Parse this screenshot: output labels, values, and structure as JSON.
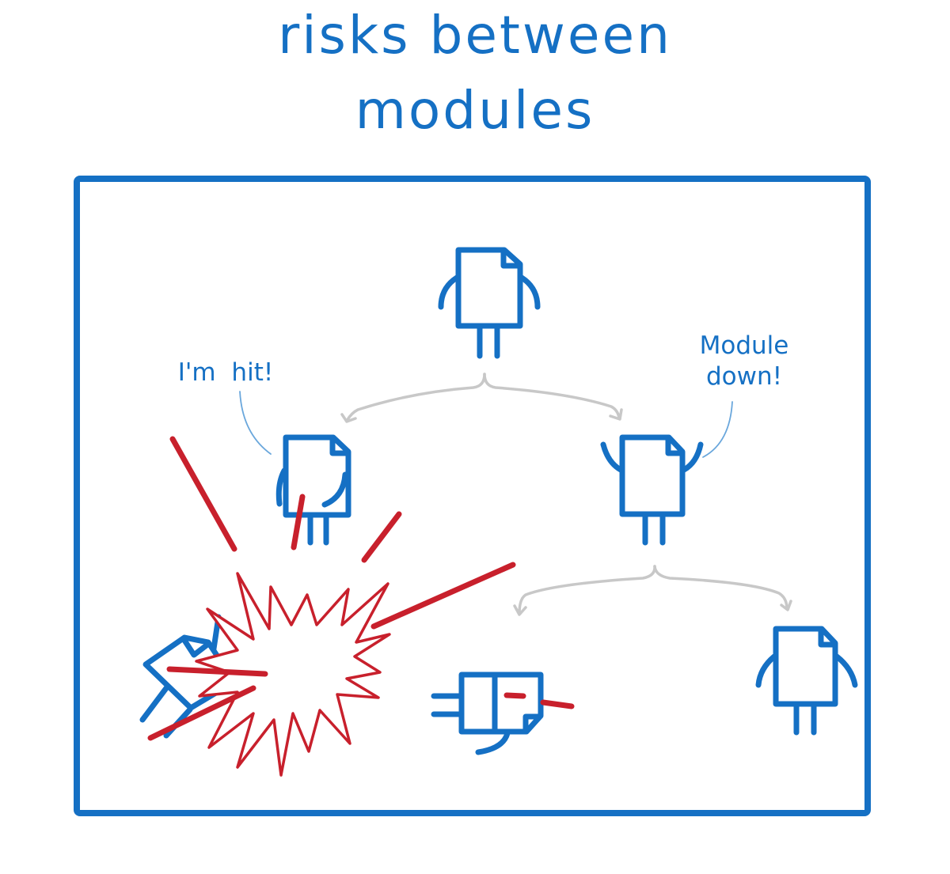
{
  "title": {
    "line1": "risks between",
    "line2": "modules"
  },
  "captions": {
    "hit": "I'm hit!",
    "down_line1": "Module",
    "down_line2": "down!"
  },
  "colors": {
    "ink_blue": "#1570c4",
    "explosion_red": "#c8202c",
    "arrow_gray": "#c8c8c8"
  }
}
